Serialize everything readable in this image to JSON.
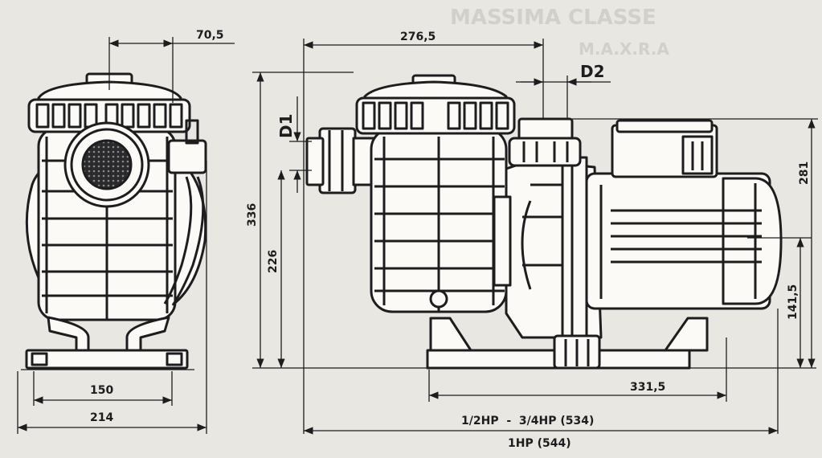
{
  "dims": {
    "front_offset": "70,5",
    "front_base_inner": "150",
    "front_base_outer": "214",
    "side_port_spacing": "276,5",
    "outlet": "D2",
    "inlet": "D1",
    "total_height": "336",
    "inlet_height": "226",
    "motor_length": "331,5",
    "length_half_hp": "1/2HP  -  3/4HP (534)",
    "length_one_hp": "1HP (544)",
    "outlet_height": "281",
    "motor_axis_height": "141,5"
  },
  "colors": {
    "ink": "#1d1d1f",
    "paper": "#e9e7e2"
  }
}
